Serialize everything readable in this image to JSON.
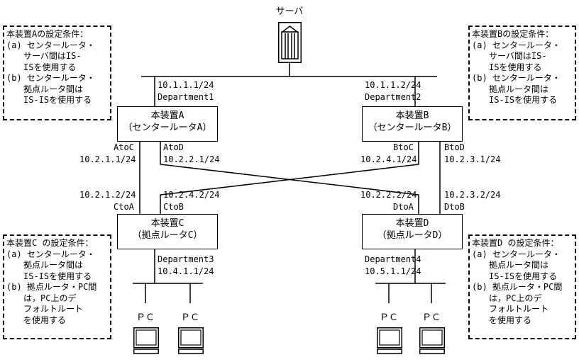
{
  "server": {
    "label": "サーバ"
  },
  "networks": {
    "dept1": {
      "ip": "10.1.1.1/24",
      "name": "Department1"
    },
    "dept2": {
      "ip": "10.1.1.2/24",
      "name": "Department2"
    },
    "dept3": {
      "name": "Department3",
      "ip": "10.4.1.1/24"
    },
    "dept4": {
      "name": "Department4",
      "ip": "10.5.1.1/24"
    }
  },
  "devices": {
    "a": {
      "line1": "本装置A",
      "line2": "（センタールータA）"
    },
    "b": {
      "line1": "本装置B",
      "line2": "（センタールータB）"
    },
    "c": {
      "line1": "本装置C",
      "line2": "（拠点ルータC）"
    },
    "d": {
      "line1": "本装置D",
      "line2": "（拠点ルータD）"
    }
  },
  "interfaces": {
    "atoc": {
      "name": "AtoC",
      "ip": "10.2.1.1/24"
    },
    "atod": {
      "name": "AtoD",
      "ip": "10.2.2.1/24"
    },
    "btoc": {
      "name": "BtoC",
      "ip": "10.2.4.1/24"
    },
    "btod": {
      "name": "BtoD",
      "ip": "10.2.3.1/24"
    },
    "ctoa": {
      "ip": "10.2.1.2/24",
      "name": "CtoA"
    },
    "ctob": {
      "ip": "10.2.4.2/24",
      "name": "CtoB"
    },
    "dtoa": {
      "ip": "10.2.2.2/24",
      "name": "DtoA"
    },
    "dtob": {
      "ip": "10.2.3.2/24",
      "name": "DtoB"
    }
  },
  "pcs": {
    "label": "ＰＣ"
  },
  "notes": {
    "a": [
      "本装置Aの設定条件：",
      "(a) センタールータ・",
      "　　サーバ間はIS-",
      "　　ISを使用する",
      "(b) センタールータ・",
      "　　拠点ルータ間は",
      "　　IS-ISを使用する"
    ],
    "b": [
      "本装置Bの設定条件：",
      "(a) センタールータ・",
      "　　サーバ間はIS-",
      "　　ISを使用する",
      "(b) センタールータ・",
      "　　拠点ルータ間は",
      "　　IS-ISを使用する"
    ],
    "c": [
      "本装置C の設定条件：",
      "(a) センタールータ・",
      "　　拠点ルータ間は",
      "　　IS-ISを使用する",
      "(b) 拠点ルータ・PC間",
      "　　は，PC上のデ",
      "　　フォルトルート",
      "　　を使用する"
    ],
    "d": [
      "本装置D の設定条件：",
      "(a) センタールータ・",
      "　　拠点ルータ間は",
      "　　IS-ISを使用する",
      "(b) 拠点ルータ・PC間",
      "　　は，PC上のデ",
      "　　フォルトルート",
      "　　を使用する"
    ]
  }
}
